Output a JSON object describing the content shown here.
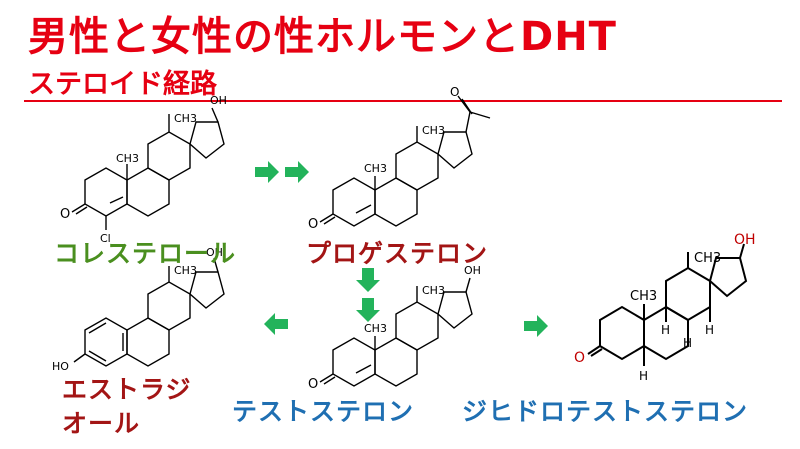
{
  "title": "男性と女性の性ホルモンとDHT",
  "subtitle": "ステロイド経路",
  "colors": {
    "title": "#e60012",
    "arrow": "#23b35b",
    "label_green": "#4a8f1f",
    "label_red": "#a31515",
    "label_blue": "#1f6fb2"
  },
  "molecules": {
    "cholesterol": {
      "label": "コレステロール",
      "atoms": {
        "me": "CH3",
        "oh": "OH",
        "cl": "Cl",
        "o": "O"
      }
    },
    "progesterone": {
      "label": "プロゲステロン",
      "atoms": {
        "me": "CH3",
        "o": "O"
      }
    },
    "testosterone": {
      "label": "テストステロン",
      "atoms": {
        "me": "CH3",
        "oh": "OH",
        "o": "O"
      }
    },
    "estradiol": {
      "label_line1": "エストラジ",
      "label_line2": "オール",
      "atoms": {
        "me": "CH3",
        "oh": "OH",
        "ho": "HO"
      }
    },
    "dht": {
      "label": "ジヒドロテストステロン",
      "atoms": {
        "me1": "CH3",
        "me2": "CH3",
        "oh": "OH",
        "o": "O",
        "h1": "H",
        "h2": "H",
        "h3": "H",
        "h4": "H"
      }
    }
  }
}
